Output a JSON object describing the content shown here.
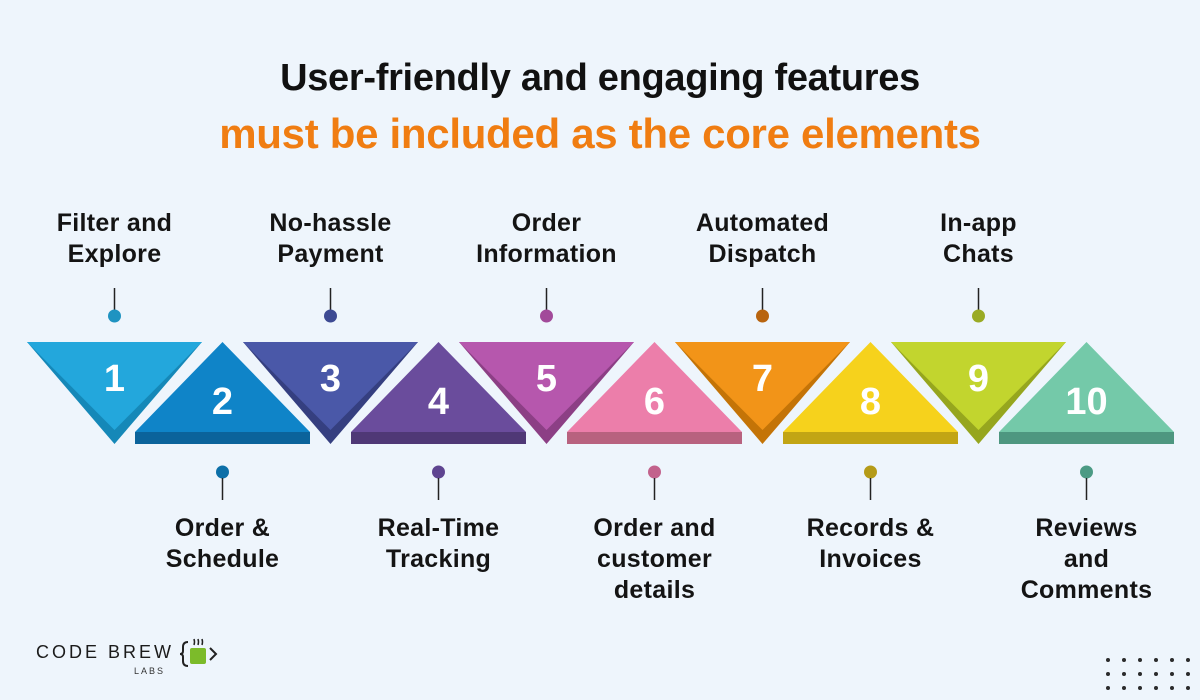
{
  "header": {
    "line1": "User-friendly and engaging features",
    "line2": "must be included as the core elements"
  },
  "colors": {
    "title": "#111111",
    "accent": "#f07d12",
    "background": "#eef5fc"
  },
  "features": [
    {
      "number": "1",
      "label": [
        "Filter and",
        "Explore"
      ],
      "position": "top",
      "color": "#23a7dc",
      "shade": "#1588b8",
      "dot": "#1f93c1"
    },
    {
      "number": "2",
      "label": [
        "Order &",
        "Schedule"
      ],
      "position": "bottom",
      "color": "#0f84c8",
      "shade": "#0b639b",
      "dot": "#0c6fa8"
    },
    {
      "number": "3",
      "label": [
        "No-hassle",
        "Payment"
      ],
      "position": "top",
      "color": "#4a58a8",
      "shade": "#353f80",
      "dot": "#3d4a93"
    },
    {
      "number": "4",
      "label": [
        "Real-Time",
        "Tracking"
      ],
      "position": "bottom",
      "color": "#6a4c9c",
      "shade": "#4f3876",
      "dot": "#5e4490"
    },
    {
      "number": "5",
      "label": [
        "Order",
        "Information"
      ],
      "position": "top",
      "color": "#b657ad",
      "shade": "#8c3f85",
      "dot": "#a24a9a"
    },
    {
      "number": "6",
      "label": [
        "Order and",
        "customer",
        "details"
      ],
      "position": "bottom",
      "color": "#ec7eaa",
      "shade": "#b8627f",
      "dot": "#c2628c"
    },
    {
      "number": "7",
      "label": [
        "Automated",
        "Dispatch"
      ],
      "position": "top",
      "color": "#f29418",
      "shade": "#c47407",
      "dot": "#b8640f"
    },
    {
      "number": "8",
      "label": [
        "Records &",
        "Invoices"
      ],
      "position": "bottom",
      "color": "#f6d21c",
      "shade": "#c2a514",
      "dot": "#b59b18"
    },
    {
      "number": "9",
      "label": [
        "In-app",
        "Chats"
      ],
      "position": "top",
      "color": "#c2d52e",
      "shade": "#96a61e",
      "dot": "#9aab24"
    },
    {
      "number": "10",
      "label": [
        "Reviews",
        "and",
        "Comments"
      ],
      "position": "bottom",
      "color": "#74c9a9",
      "shade": "#4e9780",
      "dot": "#4b9a84"
    }
  ],
  "brand": {
    "name": "CODE BREW",
    "sub": "LABS"
  },
  "icons": {
    "logo": "code-brew-cup-logo",
    "decoration": "dot-grid-icon"
  }
}
